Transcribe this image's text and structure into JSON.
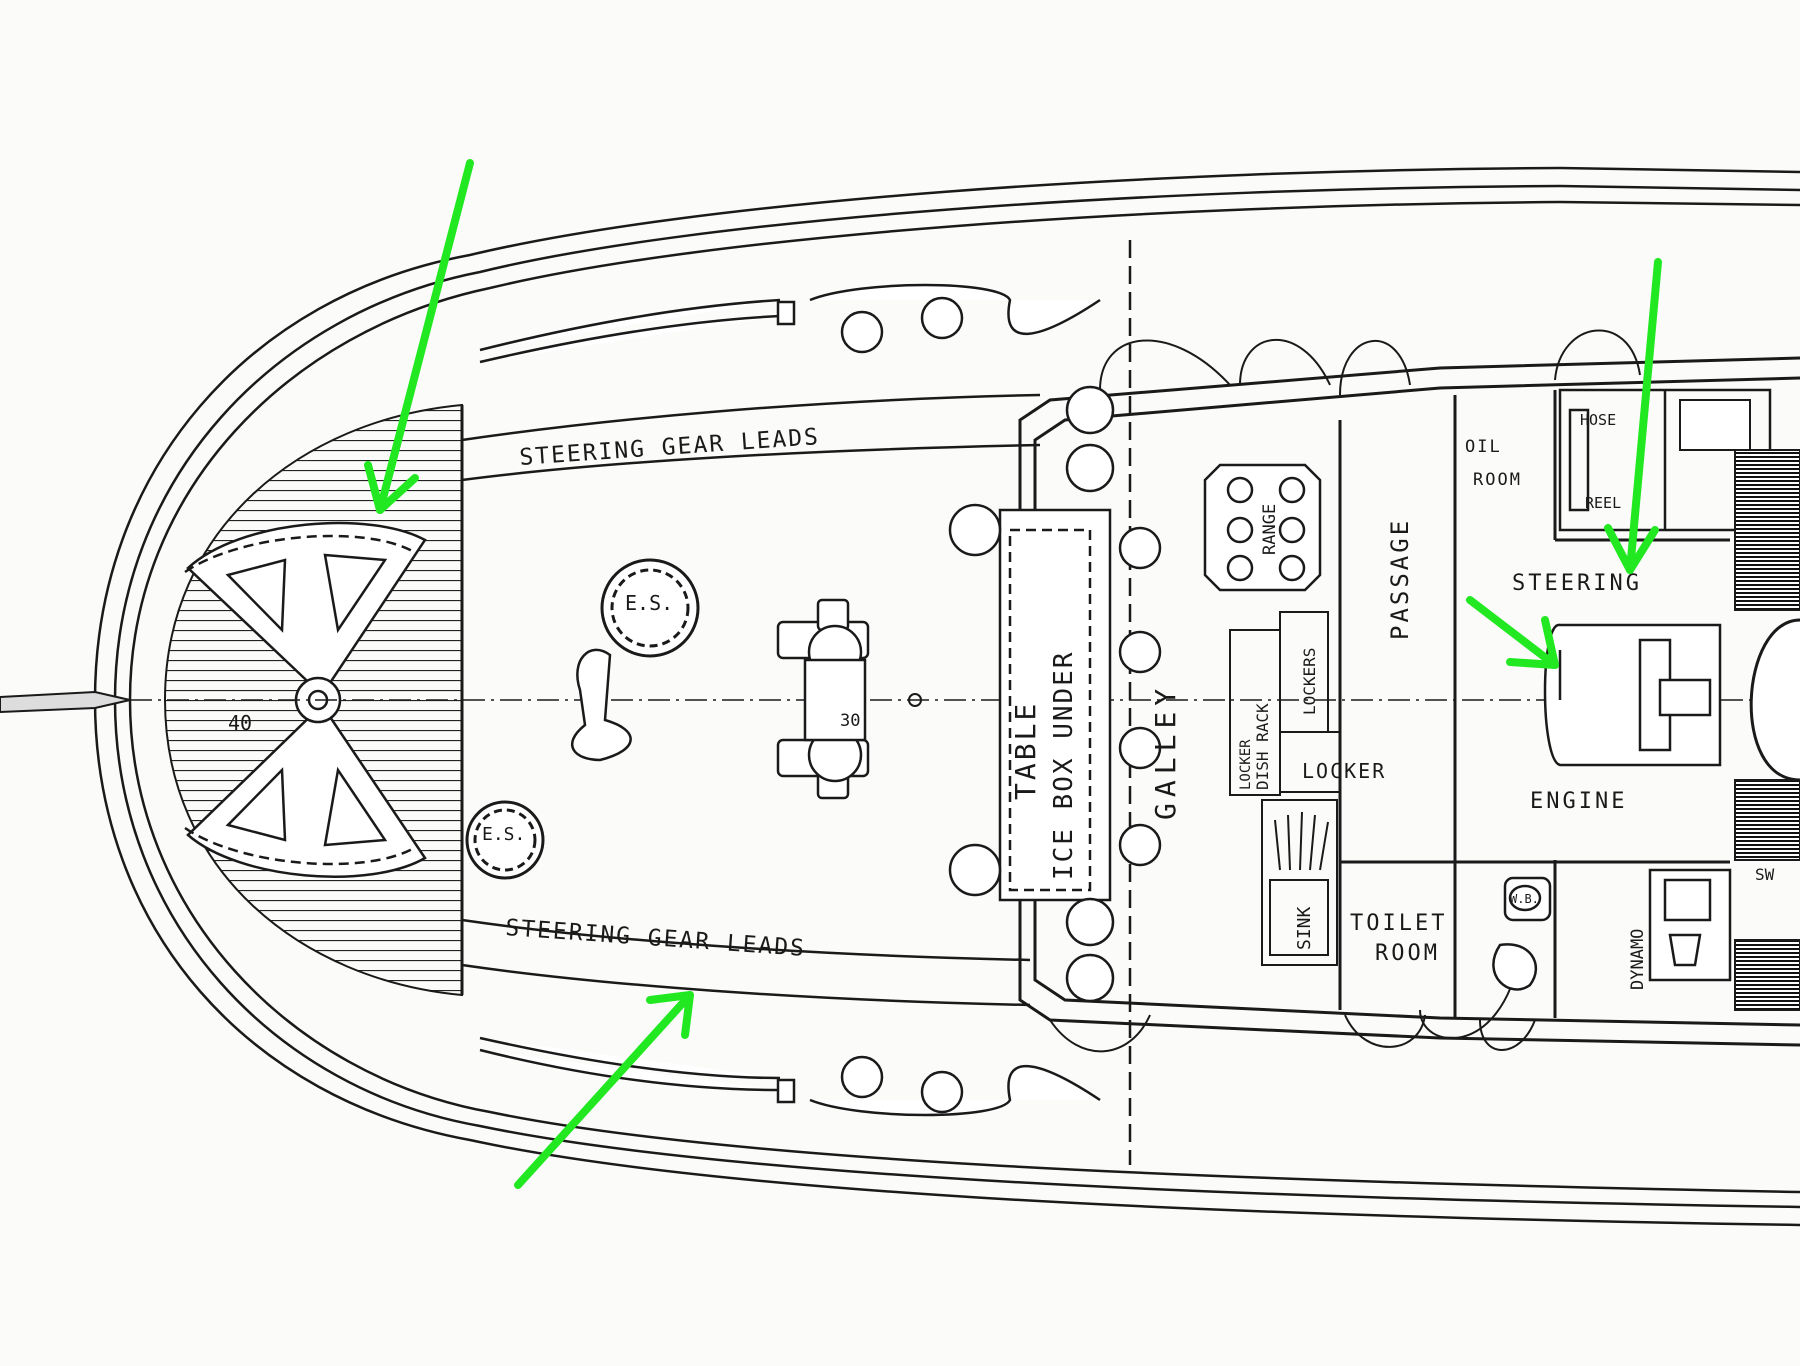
{
  "labels": {
    "steering_gear_leads_top": "STEERING GEAR LEADS",
    "steering_gear_leads_bottom": "STEERING GEAR LEADS",
    "es_top": "E.S.",
    "es_bottom": "E.S.",
    "bitt_mark": "40",
    "winch_mark": "30",
    "table": "TABLE",
    "ice_box_under": "ICE BOX UNDER",
    "galley": "GALLEY",
    "range": "RANGE",
    "lockers": "LOCKERS",
    "locker_dish_rack": "LOCKER",
    "dish_rack": "DISH RACK",
    "locker": "LOCKER",
    "sink": "SINK",
    "passage": "PASSAGE",
    "oil_room_1": "OIL",
    "oil_room_2": "ROOM",
    "hose": "HOSE",
    "reel": "REEL",
    "steering": "STEERING",
    "engine": "ENGINE",
    "toilet_room_1": "TOILET",
    "toilet_room_2": "ROOM",
    "wb": "W.B.",
    "dynamo": "DYNAMO",
    "sw": "SW"
  },
  "colors": {
    "ink": "#1a1a1a",
    "annotation_arrow": "#22e822",
    "paper": "#fbfbf9"
  }
}
